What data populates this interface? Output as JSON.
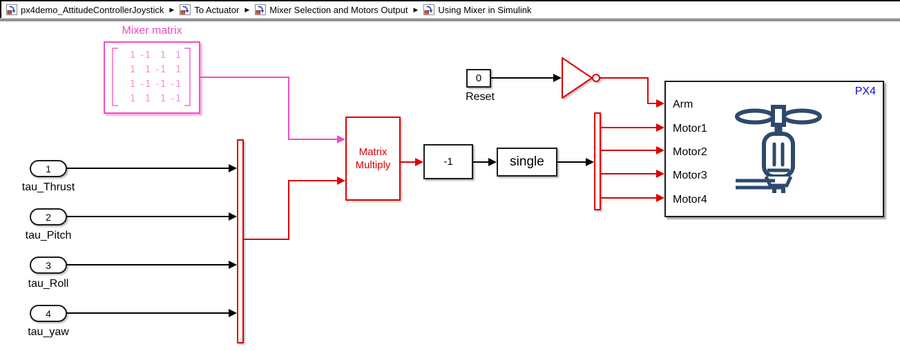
{
  "breadcrumb": {
    "separator": "▶",
    "items": [
      {
        "label": "px4demo_AttitudeControllerJoystick"
      },
      {
        "label": "To Actuator"
      },
      {
        "label": "Mixer Selection and Motors Output"
      },
      {
        "label": "Using Mixer in Simulink"
      }
    ]
  },
  "colors": {
    "red": "#dd0000",
    "magenta": "#f24bc6",
    "magenta_light": "#f58fd8",
    "blue": "#0a0ae0",
    "icon_navy": "#2e4a6b"
  },
  "mixer": {
    "label": "Mixer matrix",
    "matrix": [
      [
        "1",
        "-1",
        "1",
        "1"
      ],
      [
        "1",
        "1",
        "-1",
        "1"
      ],
      [
        "1",
        "-1",
        "-1",
        "-1"
      ],
      [
        "1",
        "1",
        "1",
        "-1"
      ]
    ]
  },
  "inports": [
    {
      "number": "1",
      "label": "tau_Thrust"
    },
    {
      "number": "2",
      "label": "tau_Pitch"
    },
    {
      "number": "3",
      "label": "tau_Roll"
    },
    {
      "number": "4",
      "label": "tau_yaw"
    }
  ],
  "matrix_multiply": {
    "line1": "Matrix",
    "line2": "Multiply"
  },
  "gain": {
    "label": "-1"
  },
  "data_type_conversion": {
    "label": "single"
  },
  "reset_constant": {
    "value": "0",
    "label": "Reset"
  },
  "px4": {
    "label": "PX4",
    "ports": [
      {
        "name": "Arm"
      },
      {
        "name": "Motor1"
      },
      {
        "name": "Motor2"
      },
      {
        "name": "Motor3"
      },
      {
        "name": "Motor4"
      }
    ]
  }
}
